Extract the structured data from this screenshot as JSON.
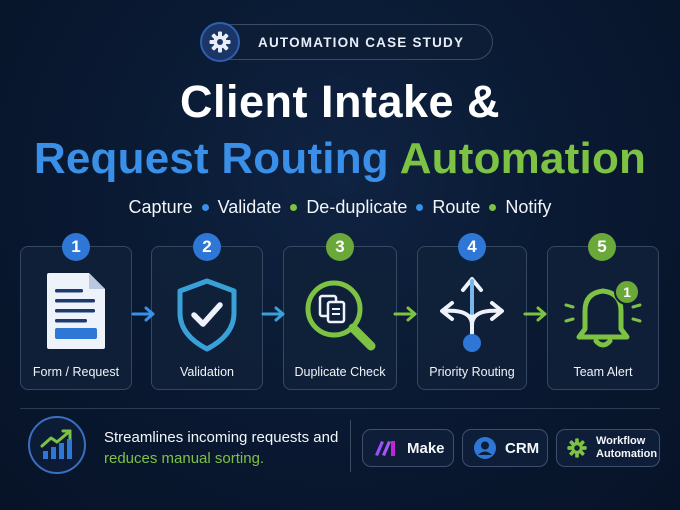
{
  "badge": {
    "text": "AUTOMATION CASE STUDY",
    "icon": "gear-icon"
  },
  "title": {
    "line1": "Client Intake &",
    "line2_part1": "Request Routing",
    "line2_part2": "Automation"
  },
  "steps_line": [
    "Capture",
    "Validate",
    "De-duplicate",
    "Route",
    "Notify"
  ],
  "cards": [
    {
      "number": "1",
      "label": "Form / Request",
      "icon": "document-icon"
    },
    {
      "number": "2",
      "label": "Validation",
      "icon": "shield-check-icon"
    },
    {
      "number": "3",
      "label": "Duplicate Check",
      "icon": "duplicate-search-icon"
    },
    {
      "number": "4",
      "label": "Priority Routing",
      "icon": "routing-arrows-icon"
    },
    {
      "number": "5",
      "label": "Team Alert",
      "icon": "bell-icon",
      "notification_count": "1"
    }
  ],
  "summary": {
    "line1": "Streamlines incoming requests and",
    "line2": "reduces manual sorting."
  },
  "tools": [
    {
      "label": "Make",
      "icon": "make-logo-icon"
    },
    {
      "label": "CRM",
      "icon": "user-icon"
    },
    {
      "label_line1": "Workflow",
      "label_line2": "Automation",
      "icon": "gear-icon"
    }
  ],
  "colors": {
    "blue": "#3a8fe8",
    "green": "#7dc242",
    "background": "#0a1a33"
  }
}
